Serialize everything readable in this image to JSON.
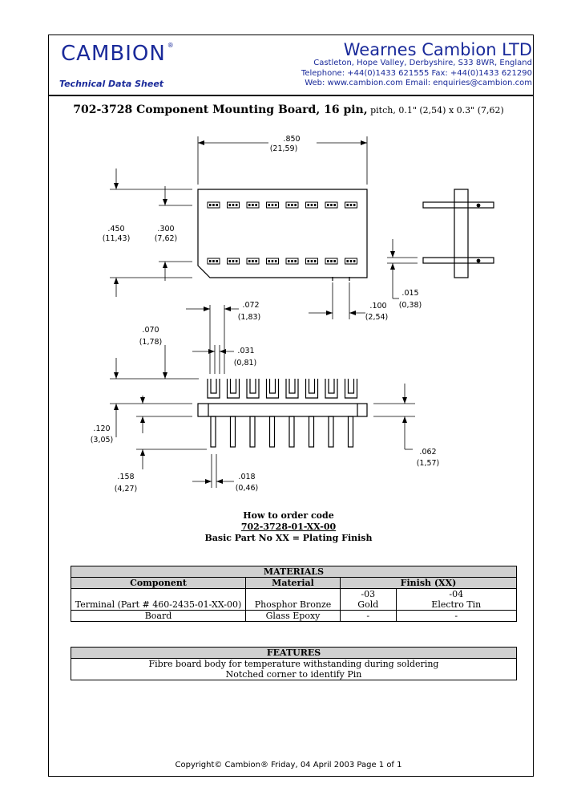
{
  "header": {
    "brand": "CAMBION",
    "brand_reg": "®",
    "doc_type": "Technical Data Sheet",
    "company": "Wearnes Cambion LTD",
    "address_line": "Castleton, Hope Valley, Derbyshire, S33 8WR, England",
    "phone_line": "Telephone: +44(0)1433 621555  Fax: +44(0)1433 621290",
    "web_line": "Web: www.cambion.com Email: enquiries@cambion.com",
    "brand_color": "#1a2a9a"
  },
  "title": {
    "main": "702-3728 Component Mounting Board, 16 pin,",
    "pitch": " pitch, 0.1\" (2,54) x 0.3\" (7,62)"
  },
  "dimensions": {
    "d850": ".850",
    "d850m": "(21,59)",
    "d450": ".450",
    "d450m": "(11,43)",
    "d300": ".300",
    "d300m": "(7,62)",
    "d015": ".015",
    "d015m": "(0,38)",
    "d100": ".100",
    "d100m": "(2,54)",
    "d072": ".072",
    "d072m": "(1,83)",
    "d070": ".070",
    "d070m": "(1,78)",
    "d031": ".031",
    "d031m": "(0,81)",
    "d120": ".120",
    "d120m": "(3,05)",
    "d062": ".062",
    "d062m": "(1,57)",
    "d158": ".158",
    "d158m": "(4,27)",
    "d018": ".018",
    "d018m": "(0,46)"
  },
  "order": {
    "heading": "How to order code",
    "code": "702-3728-01-XX-00",
    "legend": "Basic Part No  XX = Plating Finish"
  },
  "materials": {
    "title": "MATERIALS",
    "headers": [
      "Component",
      "Material",
      "Finish (XX)"
    ],
    "finish_codes": [
      "-03",
      "-04"
    ],
    "rows": [
      {
        "component": "Terminal (Part # 460-2435-01-XX-00)",
        "material": "Phosphor Bronze",
        "f1": "Gold",
        "f2": "Electro Tin"
      },
      {
        "component": "Board",
        "material": "Glass Epoxy",
        "f1": "-",
        "f2": "-"
      }
    ]
  },
  "features": {
    "title": "FEATURES",
    "items": [
      "Fibre board body for temperature withstanding during soldering",
      "Notched corner to identify Pin"
    ]
  },
  "footer": "Copyright© Cambion® Friday, 04 April 2003 Page 1 of  1"
}
